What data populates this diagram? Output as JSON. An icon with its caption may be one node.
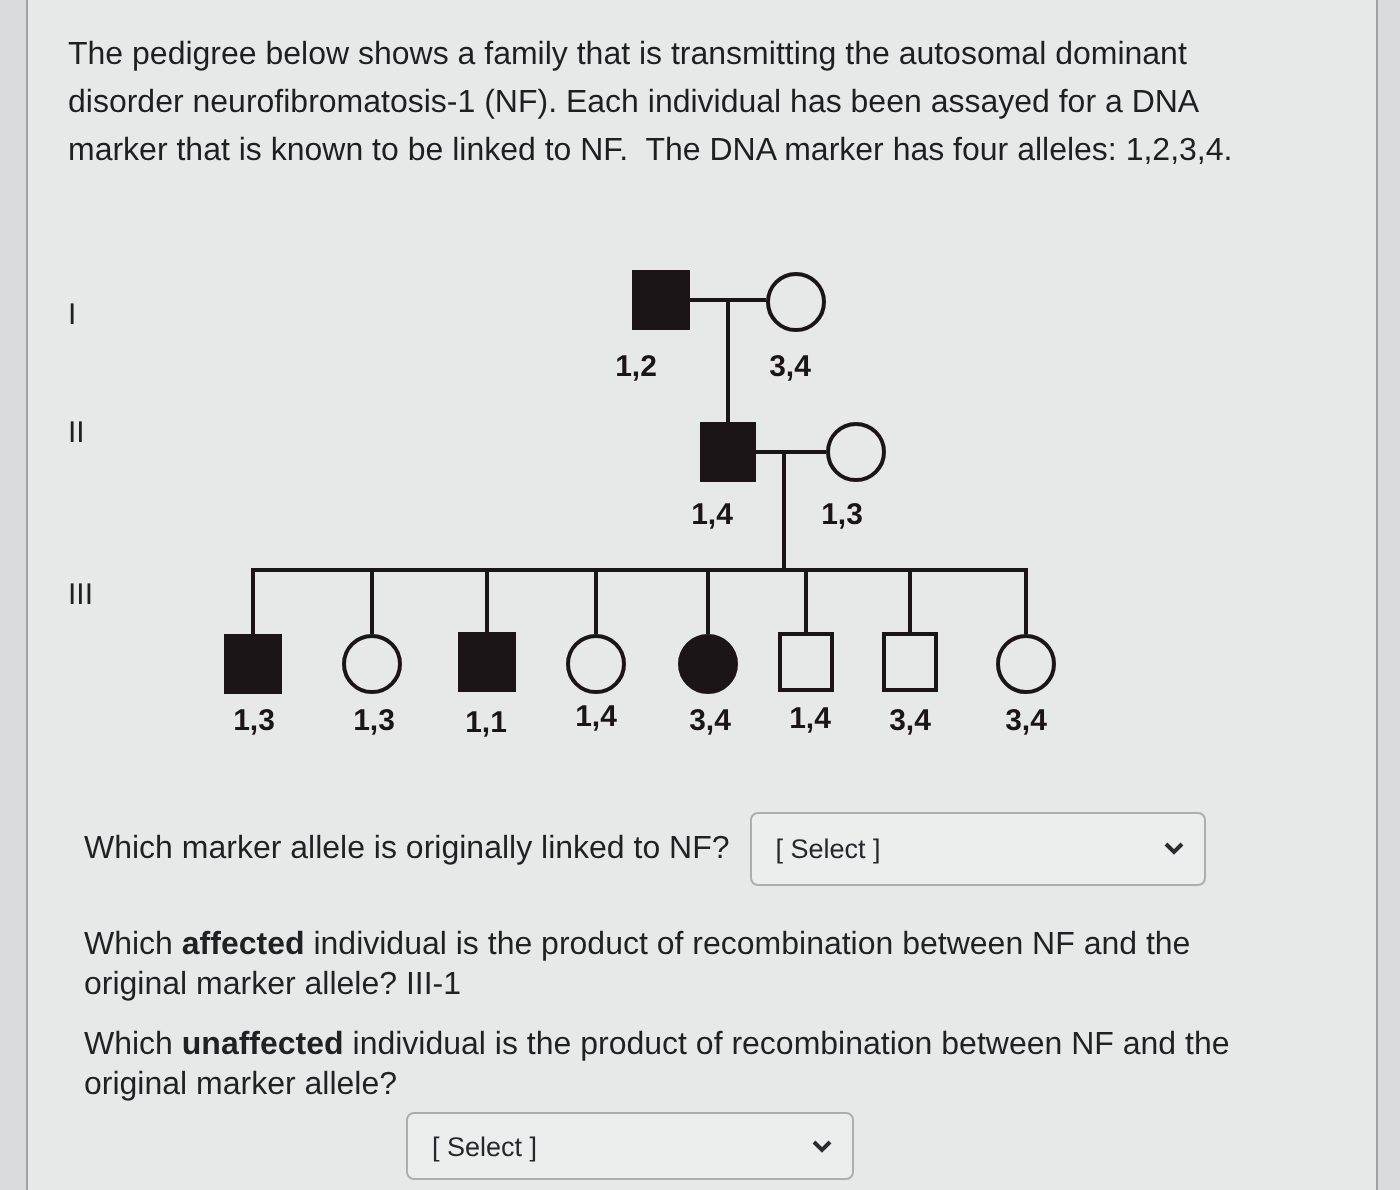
{
  "diagram": {
    "nodes": [
      {
        "text": [],
        "shape": "filled-square",
        "beside": [
          "1,2"
        ]
      },
      {
        "text": [],
        "shape": "circle",
        "beside": [
          "3,4"
        ]
      },
      {
        "text": [],
        "shape": "filled-square",
        "beside": [
          "1,4"
        ]
      },
      {
        "text": [],
        "shape": "circle",
        "beside": [
          "1,3"
        ]
      },
      {
        "text": [],
        "shape": "filled-square",
        "beside": [
          "1,3"
        ]
      },
      {
        "text": [],
        "shape": "circle",
        "beside": [
          "1,3"
        ]
      },
      {
        "text": [],
        "shape": "filled-square",
        "beside": [
          "1,1"
        ]
      },
      {
        "text": [],
        "shape": "circle",
        "beside": [
          "1,4"
        ]
      },
      {
        "text": [],
        "shape": "filled-circle",
        "beside": [
          "3,4"
        ]
      },
      {
        "text": [],
        "shape": "square",
        "beside": [
          "1,4"
        ]
      },
      {
        "text": [],
        "shape": "square",
        "beside": [
          "3,4"
        ]
      },
      {
        "text": [],
        "shape": "circle",
        "beside": [
          "3,4"
        ]
      }
    ],
    "edges": [
      {
        "from": 0,
        "to": 1,
        "arrow": "none"
      },
      {
        "from": null,
        "to": 2,
        "arrow": "none"
      },
      {
        "from": 2,
        "to": 3,
        "arrow": "none"
      },
      {
        "from": null,
        "to": 4,
        "arrow": "none"
      },
      {
        "from": null,
        "to": 5,
        "arrow": "none"
      },
      {
        "from": null,
        "to": 6,
        "arrow": "none"
      },
      {
        "from": null,
        "to": 7,
        "arrow": "none"
      },
      {
        "from": null,
        "to": 8,
        "arrow": "none"
      },
      {
        "from": null,
        "to": 9,
        "arrow": "none"
      },
      {
        "from": null,
        "to": 10,
        "arrow": "none"
      },
      {
        "from": null,
        "to": 11,
        "arrow": "none"
      }
    ],
    "labels": [
      "The pedigree below shows a family that is transmitting the autosomal dominant disorder neurofibromatosis-1 (NF). Each individual has been assayed for a DNA marker that is known to be linked to NF.  The DNA marker has four alleles: 1,2,3,4.",
      "I",
      "II",
      "III",
      "Which marker allele is originally linked to NF?",
      "[ Select ]",
      "Which **affected** individual is the product of recombination between NF and the original marker allele? III-1",
      "Which **unaffected** individual is the product of recombination between NF and the original marker allele?",
      "[ Select ]"
    ]
  }
}
